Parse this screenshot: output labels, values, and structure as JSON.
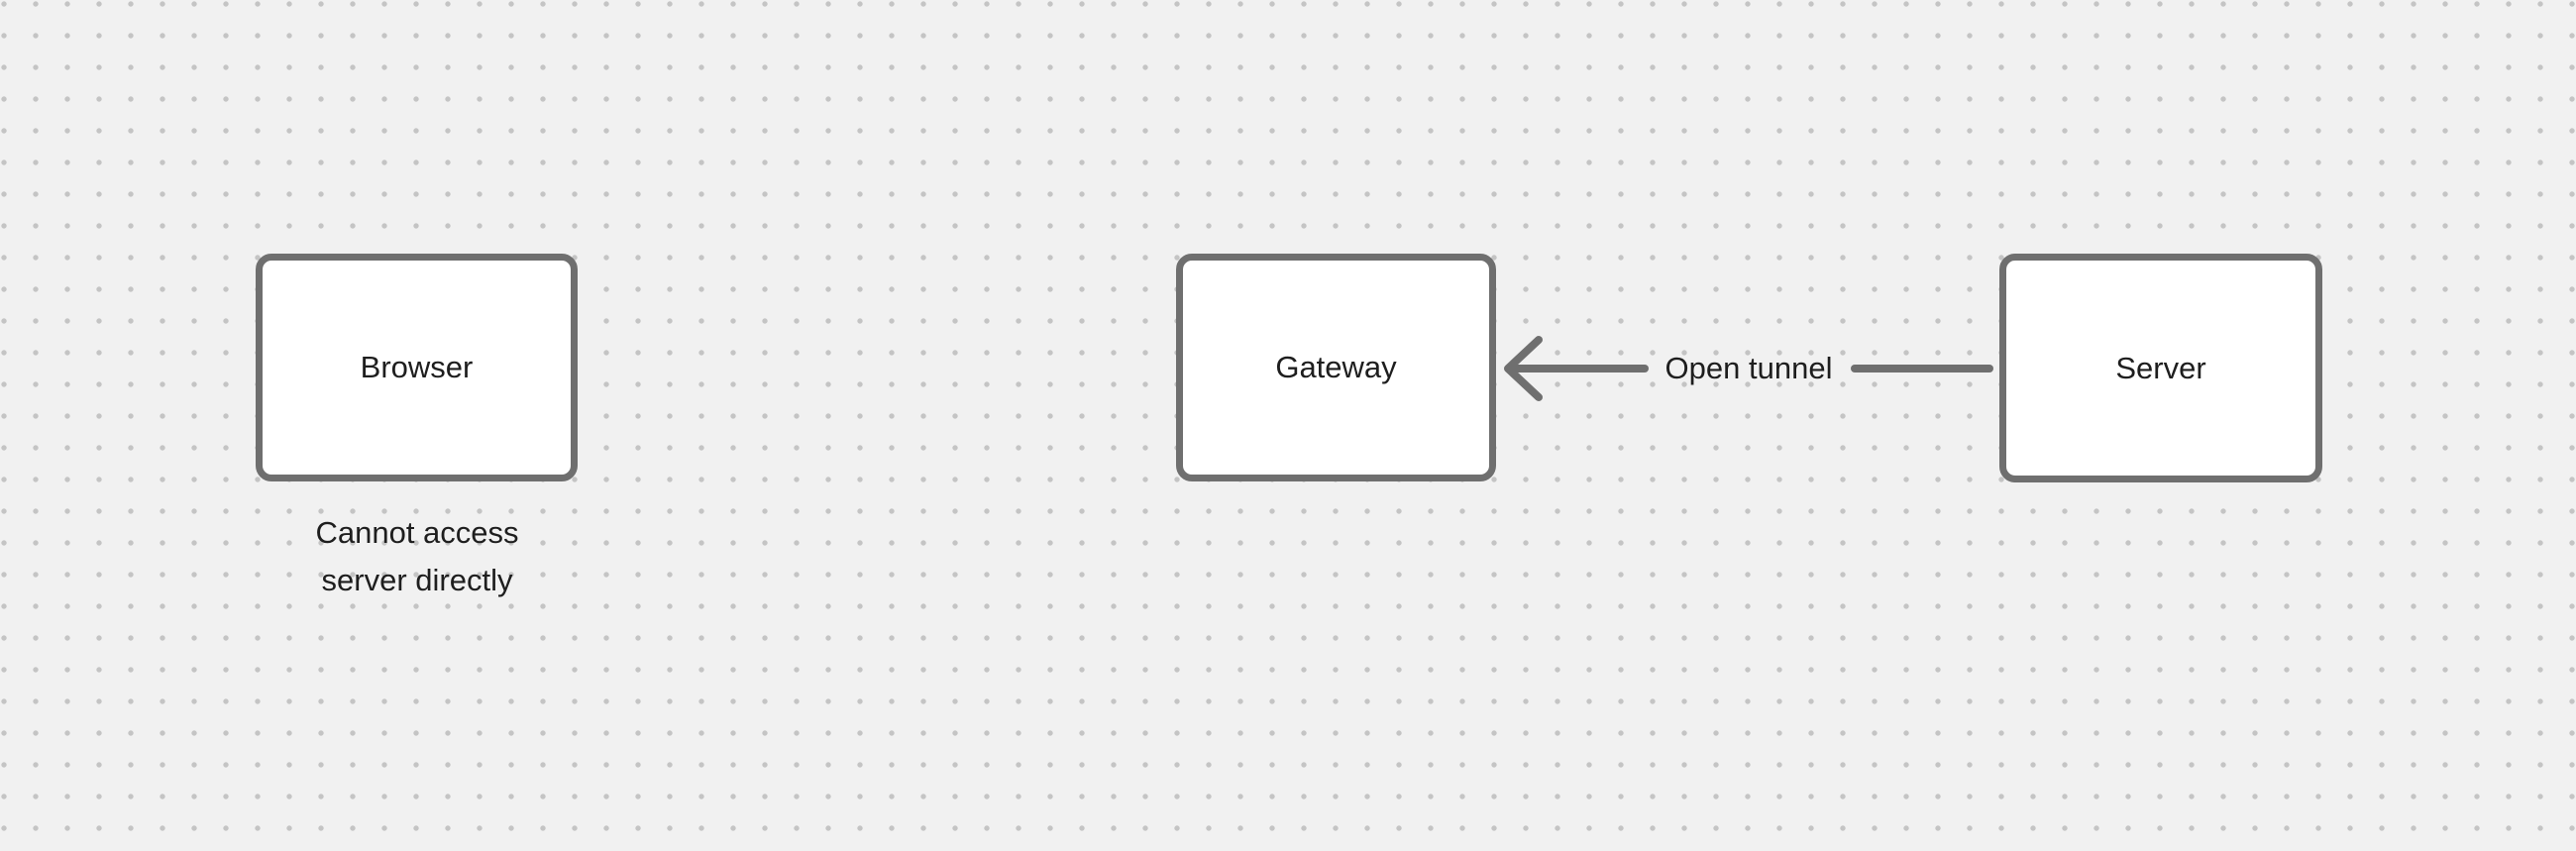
{
  "diagram": {
    "nodes": [
      {
        "id": "browser",
        "label": "Browser"
      },
      {
        "id": "gateway",
        "label": "Gateway"
      },
      {
        "id": "server",
        "label": "Server"
      }
    ],
    "edge": {
      "label": "Open tunnel",
      "from": "server",
      "to": "gateway",
      "arrow_direction": "left"
    },
    "caption": {
      "line1": "Cannot access",
      "line2": "server directly"
    },
    "colors": {
      "background": "#f1f1f1",
      "grid_dot": "#c4c4c4",
      "stroke": "#6f6f6f",
      "text": "#1e1e1e",
      "node_fill": "#ffffff"
    }
  }
}
